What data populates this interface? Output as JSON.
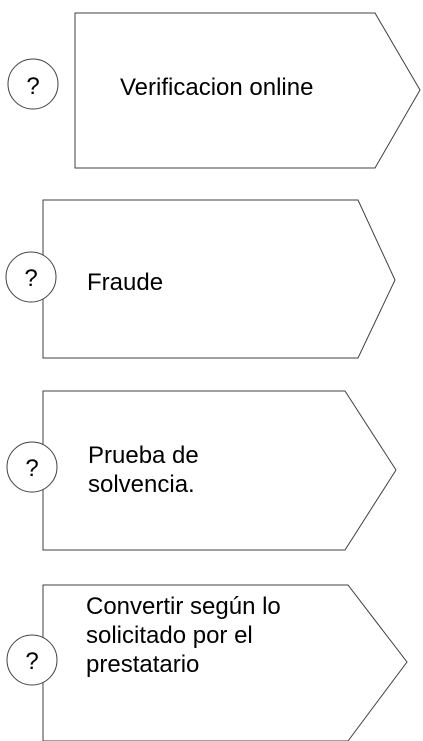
{
  "shapes": [
    {
      "label": "Verificacion online",
      "icon": "question-icon"
    },
    {
      "label": "Fraude",
      "icon": "question-icon"
    },
    {
      "label": "Prueba de solvencia.",
      "icon": "question-icon"
    },
    {
      "label": "Convertir según lo solicitado por el prestatario",
      "icon": "question-icon"
    }
  ],
  "icon_glyph": "?",
  "colors": {
    "stroke": "#404040",
    "text": "#000000",
    "background": "#ffffff"
  }
}
